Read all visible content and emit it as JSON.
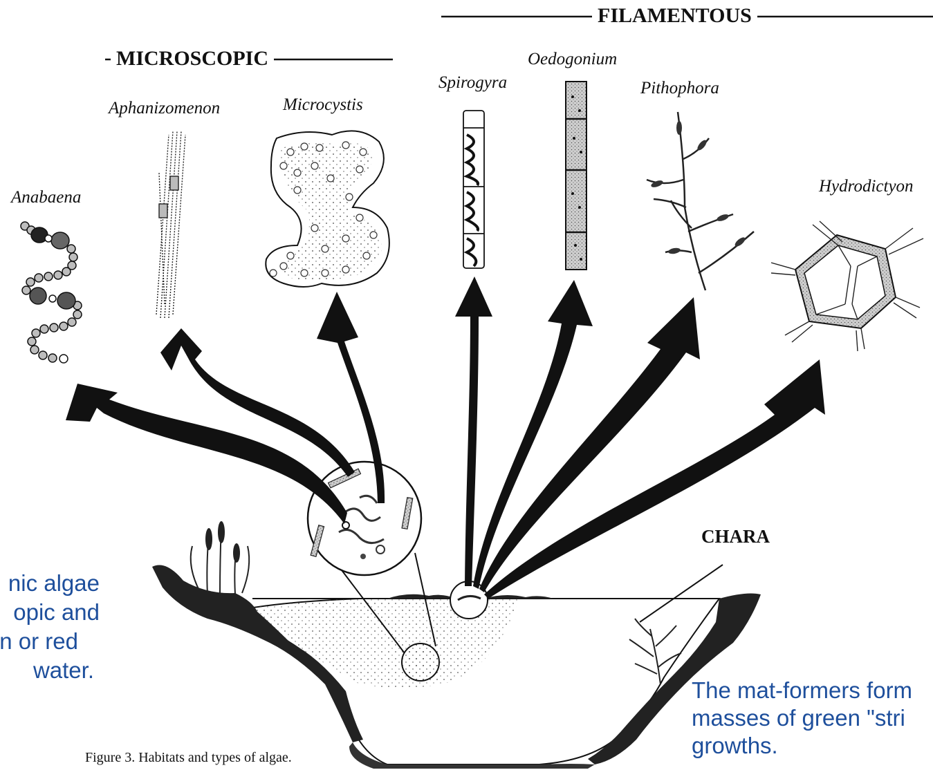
{
  "headers": {
    "microscopic": "MICROSCOPIC",
    "filamentous": "FILAMENTOUS"
  },
  "species": {
    "anabaena": "Anabaena",
    "aphanizomenon": "Aphanizomenon",
    "microcystis": "Microcystis",
    "spirogyra": "Spirogyra",
    "oedogonium": "Oedogonium",
    "pithophora": "Pithophora",
    "hydrodictyon": "Hydrodictyon"
  },
  "chara_label": "CHARA",
  "left_text": {
    "line1": "nic algae",
    "line2": "opic and",
    "line3": "n or red",
    "line4": "water."
  },
  "right_text": {
    "line1": "The mat-formers form",
    "line2": "masses of green \"stri",
    "line3": "growths."
  },
  "caption": "Figure 3. Habitats and types of algae."
}
